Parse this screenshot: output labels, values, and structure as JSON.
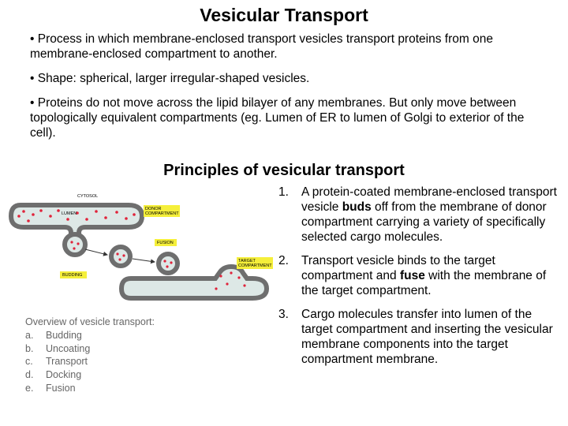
{
  "title": "Vesicular Transport",
  "intro": [
    "• Process in which membrane-enclosed transport vesicles transport proteins from one membrane-enclosed compartment to another.",
    "• Shape: spherical, larger irregular-shaped vesicles.",
    "• Proteins do not move across the lipid bilayer of any membranes. But only move between topologically equivalent compartments (eg. Lumen of ER to lumen of Golgi to exterior of the cell)."
  ],
  "subtitle": "Principles of vesicular transport",
  "principles": [
    {
      "num": "1.",
      "before": "A protein-coated membrane-enclosed transport vesicle ",
      "bold": "buds",
      "after": " off from the membrane of donor compartment carrying a variety of specifically selected cargo molecules."
    },
    {
      "num": "2.",
      "before": "Transport vesicle binds to the target compartment and ",
      "bold": "fuse",
      "after": " with the membrane of the target compartment."
    },
    {
      "num": "3.",
      "before": "Cargo molecules transfer into lumen of the target compartment and inserting the vesicular membrane components into the target compartment membrane.",
      "bold": "",
      "after": ""
    }
  ],
  "diagram": {
    "cytosol": "CYTOSOL",
    "lumen": "LUMEN",
    "donor_1": "DONOR",
    "donor_2": "COMPARTMENT",
    "budding": "BUDDING",
    "fusion": "FUSION",
    "target_1": "TARGET",
    "target_2": "COMPARTMENT",
    "colors": {
      "membrane": "#6e6e6e",
      "lumen": "#dde8e6",
      "cargo": "#e0233a",
      "label_bg": "#f5ef3a"
    }
  },
  "overview": {
    "heading": "Overview of vesicle transport:",
    "items": [
      {
        "letter": "a.",
        "text": "Budding"
      },
      {
        "letter": "b.",
        "text": "Uncoating"
      },
      {
        "letter": "c.",
        "text": "Transport"
      },
      {
        "letter": "d.",
        "text": "Docking"
      },
      {
        "letter": "e.",
        "text": "Fusion"
      }
    ]
  }
}
